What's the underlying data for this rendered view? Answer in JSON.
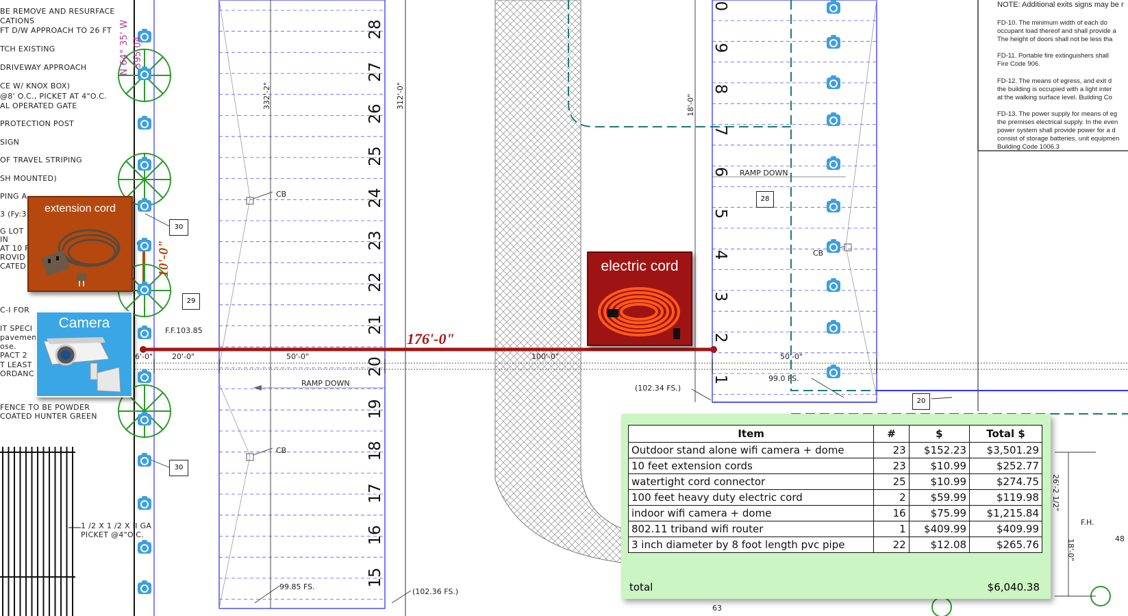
{
  "left_notes": [
    "BE REMOVE AND RESURFACE",
    "CATIONS",
    "FT D/W APPROACH TO 26 FT",
    "TCH EXISTING",
    "DRIVEWAY APPROACH",
    "CE W/ KNOX BOX)",
    "@8' O.C., PICKET AT 4\"O.C.",
    "AL OPERATED GATE",
    "PROTECTION POST",
    "SIGN",
    "OF TRAVEL STRIPING",
    "SH MOUNTED)",
    "PING A",
    "3 (Fy:3",
    "G LOT",
    "IN",
    "AT 10 F",
    "ROVID",
    "CATED",
    "C-I FOR",
    "IT SPECI",
    "pavemen",
    "ose.",
    "PACT 2",
    "T LEAST",
    "ORDANC",
    "FENCE TO BE POWDER",
    "COATED HUNTER GREEN"
  ],
  "fence_note": [
    "1 /2 X 1 /2 X II GA",
    "PICKET @4\"O.C."
  ],
  "bearing": [
    "N 64° 35' W",
    "395.04"
  ],
  "right_notes": [
    "NOTE: Additional exits signs may be r",
    "FD-10. The minimum width of each do",
    "occupant load thereof and shall provide a",
    "The height of doors shall not be less tha",
    "FD-11. Portable fire extinguishers shall",
    "Fire Code 906.",
    "FD-12. The means of egress, and exit d",
    "the building is occupied with a light inter",
    "at the walking surface level. Building Co",
    "FD-13. The power supply for means of eg",
    "the premises electrical supply. In the even",
    "power system shall provide power for a d",
    "consist of storage batteries, unit equipmen",
    "Building Code 1006.3"
  ],
  "stalls_left": [
    "28",
    "27",
    "26",
    "25",
    "24",
    "23",
    "22",
    "21",
    "20",
    "19",
    "18",
    "17",
    "16",
    "15"
  ],
  "stalls_right": [
    "0",
    "9",
    "8",
    "7",
    "6",
    "5",
    "4",
    "3",
    "2",
    "1"
  ],
  "labels": {
    "cb": "CB",
    "ramp_down": "RAMP DOWN",
    "ff": "F.F.103.85",
    "dim_332": "332'-2\"",
    "dim_312": "312'-0\"",
    "dim_18": "18'-0\"",
    "dim_6": "6'-0\"",
    "dim_20": "20'-0\"",
    "dim_50a": "50'-0\"",
    "dim_100": "100'-0\"",
    "dim_50b": "50'-0\"",
    "fs_102_34": "(102.34 FS.)",
    "fs_99": "99.0 FS.",
    "fs_99_85": "99.85 FS.",
    "fs_102_36": "(102.36 FS.)",
    "dim_26": "26'-2 1/2\"",
    "dim_18b": "18'-0\"",
    "fh": "F.H.",
    "num_48": "48",
    "num_63": "63",
    "box_30a": "30",
    "box_29": "29",
    "box_30b": "30",
    "box_28": "28",
    "box_20": "20"
  },
  "measure": {
    "main": "176'-0\"",
    "vertical": "10'-0\""
  },
  "badges": {
    "extension_cord": "extension cord",
    "camera": "Camera",
    "electric_cord": "electric cord"
  },
  "cost_table": {
    "headers": [
      "Item",
      "#",
      "$",
      "Total $"
    ],
    "rows": [
      [
        "Outdoor stand alone wifi camera + dome",
        "23",
        "$152.23",
        "$3,501.29"
      ],
      [
        "10 feet extension cords",
        "23",
        "$10.99",
        "$252.77"
      ],
      [
        "watertight cord connector",
        "25",
        "$10.99",
        "$274.75"
      ],
      [
        "100 feet heavy duty electric cord",
        "2",
        "$59.99",
        "$119.98"
      ],
      [
        "indoor wifi camera + dome",
        "16",
        "$75.99",
        "$1,215.84"
      ],
      [
        "802.11 triband wifi router",
        "1",
        "$409.99",
        "$409.99"
      ],
      [
        "3 inch diameter by 8 foot length pvc pipe",
        "22",
        "$12.08",
        "$265.76"
      ]
    ],
    "total_label": "total",
    "total_value": "$6,040.38"
  },
  "colors": {
    "measure_red": "#a51515",
    "stall_blue": "#3333ff",
    "camera_blue": "#3d9fe0",
    "tree_green": "#2a9a2a",
    "teal_dash": "#1a7a72",
    "panel_green": "#ccf5c4",
    "ext_badge": "#b4480f",
    "cam_badge": "#3aa6e6",
    "elec_badge": "#9e1414"
  }
}
